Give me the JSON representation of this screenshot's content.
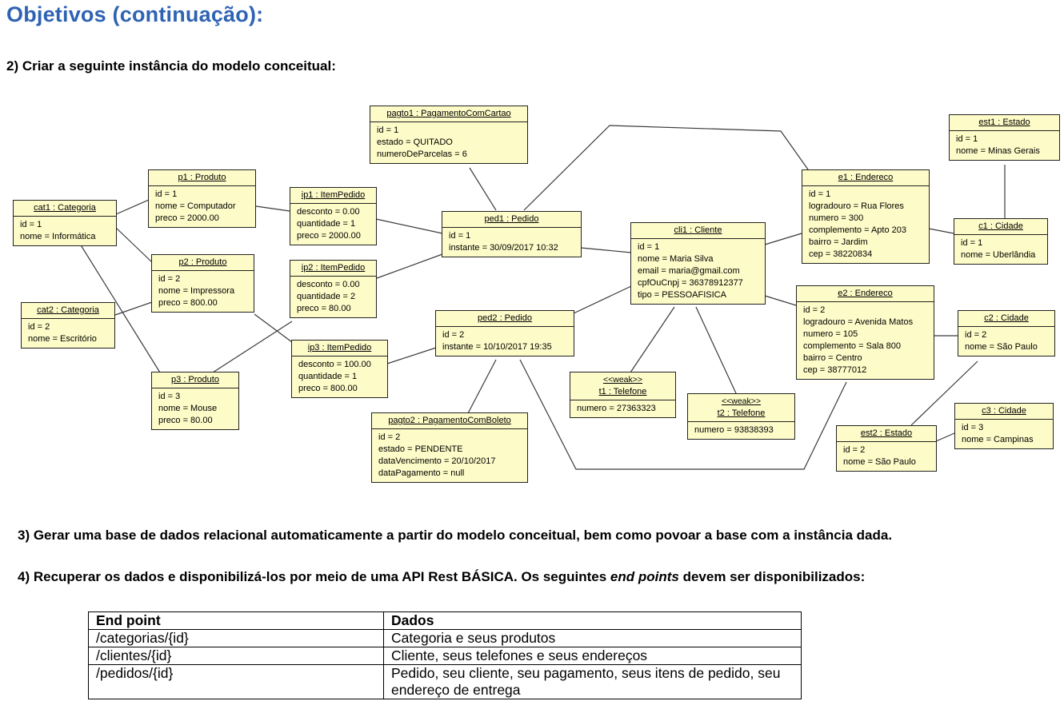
{
  "title": "Objetivos (continuação):",
  "section2": {
    "heading": "2) Criar a seguinte instância do modelo conceitual:"
  },
  "section3": {
    "heading": "3) Gerar uma base de dados relacional automaticamente a partir do modelo conceitual, bem como povoar a base com a instância dada."
  },
  "section4": {
    "heading_pre": "4) Recuperar os dados e disponibilizá-los por meio de uma API Rest BÁSICA. Os seguintes ",
    "heading_em": "end points",
    "heading_post": " devem ser disponibilizados:"
  },
  "diagram": {
    "objects": [
      {
        "id": "cat1",
        "header": "cat1 : Categoria",
        "attrs": [
          "id = 1",
          "nome = Informática"
        ]
      },
      {
        "id": "cat2",
        "header": "cat2 : Categoria",
        "attrs": [
          "id = 2",
          "nome = Escritório"
        ]
      },
      {
        "id": "p1",
        "header": "p1 : Produto",
        "attrs": [
          "id = 1",
          "nome = Computador",
          "preco = 2000.00"
        ]
      },
      {
        "id": "p2",
        "header": "p2 : Produto",
        "attrs": [
          "id = 2",
          "nome = Impressora",
          "preco = 800.00"
        ]
      },
      {
        "id": "p3",
        "header": "p3 : Produto",
        "attrs": [
          "id = 3",
          "nome = Mouse",
          "preco = 80.00"
        ]
      },
      {
        "id": "ip1",
        "header": "ip1 : ItemPedido",
        "attrs": [
          "desconto = 0.00",
          "quantidade = 1",
          "preco = 2000.00"
        ]
      },
      {
        "id": "ip2",
        "header": "ip2 : ItemPedido",
        "attrs": [
          "desconto = 0.00",
          "quantidade = 2",
          "preco = 80.00"
        ]
      },
      {
        "id": "ip3",
        "header": "ip3 : ItemPedido",
        "attrs": [
          "desconto = 100.00",
          "quantidade = 1",
          "preco = 800.00"
        ]
      },
      {
        "id": "pagto1",
        "header": "pagto1 : PagamentoComCartao",
        "attrs": [
          "id = 1",
          "estado = QUITADO",
          "numeroDeParcelas = 6"
        ]
      },
      {
        "id": "ped1",
        "header": "ped1 : Pedido",
        "attrs": [
          "id = 1",
          "instante = 30/09/2017 10:32"
        ]
      },
      {
        "id": "ped2",
        "header": "ped2 : Pedido",
        "attrs": [
          "id = 2",
          "instante = 10/10/2017 19:35"
        ]
      },
      {
        "id": "pagto2",
        "header": "pagto2 : PagamentoComBoleto",
        "attrs": [
          "id = 2",
          "estado = PENDENTE",
          "dataVencimento = 20/10/2017",
          "dataPagamento = null"
        ]
      },
      {
        "id": "cli1",
        "header": "cli1 : Cliente",
        "attrs": [
          "id = 1",
          "nome = Maria Silva",
          "email = maria@gmail.com",
          "cpfOuCnpj = 36378912377",
          "tipo = PESSOAFISICA"
        ]
      },
      {
        "id": "t1",
        "stereotype": "<<weak>>",
        "header": "t1 : Telefone",
        "attrs": [
          "numero = 27363323"
        ]
      },
      {
        "id": "t2",
        "stereotype": "<<weak>>",
        "header": "t2 : Telefone",
        "attrs": [
          "numero = 93838393"
        ]
      },
      {
        "id": "e1",
        "header": "e1 : Endereco",
        "attrs": [
          "id = 1",
          "logradouro = Rua Flores",
          "numero = 300",
          "complemento = Apto 203",
          "bairro = Jardim",
          "cep = 38220834"
        ]
      },
      {
        "id": "e2",
        "header": "e2 : Endereco",
        "attrs": [
          "id = 2",
          "logradouro = Avenida Matos",
          "numero = 105",
          "complemento = Sala 800",
          "bairro = Centro",
          "cep = 38777012"
        ]
      },
      {
        "id": "est1",
        "header": "est1 : Estado",
        "attrs": [
          "id = 1",
          "nome = Minas Gerais"
        ]
      },
      {
        "id": "c1",
        "header": "c1 : Cidade",
        "attrs": [
          "id = 1",
          "nome = Uberlândia"
        ]
      },
      {
        "id": "c2",
        "header": "c2 : Cidade",
        "attrs": [
          "id = 2",
          "nome = São Paulo"
        ]
      },
      {
        "id": "est2",
        "header": "est2 : Estado",
        "attrs": [
          "id = 2",
          "nome = São Paulo"
        ]
      },
      {
        "id": "c3",
        "header": "c3 : Cidade",
        "attrs": [
          "id = 3",
          "nome = Campinas"
        ]
      }
    ]
  },
  "endpoints_table": {
    "headers": [
      "End point",
      "Dados"
    ],
    "rows": [
      [
        "/categorias/{id}",
        "Categoria e seus produtos"
      ],
      [
        "/clientes/{id}",
        "Cliente, seus telefones e seus endereços"
      ],
      [
        "/pedidos/{id}",
        "Pedido, seu cliente, seu pagamento, seus itens de pedido, seu endereço de entrega"
      ]
    ]
  }
}
